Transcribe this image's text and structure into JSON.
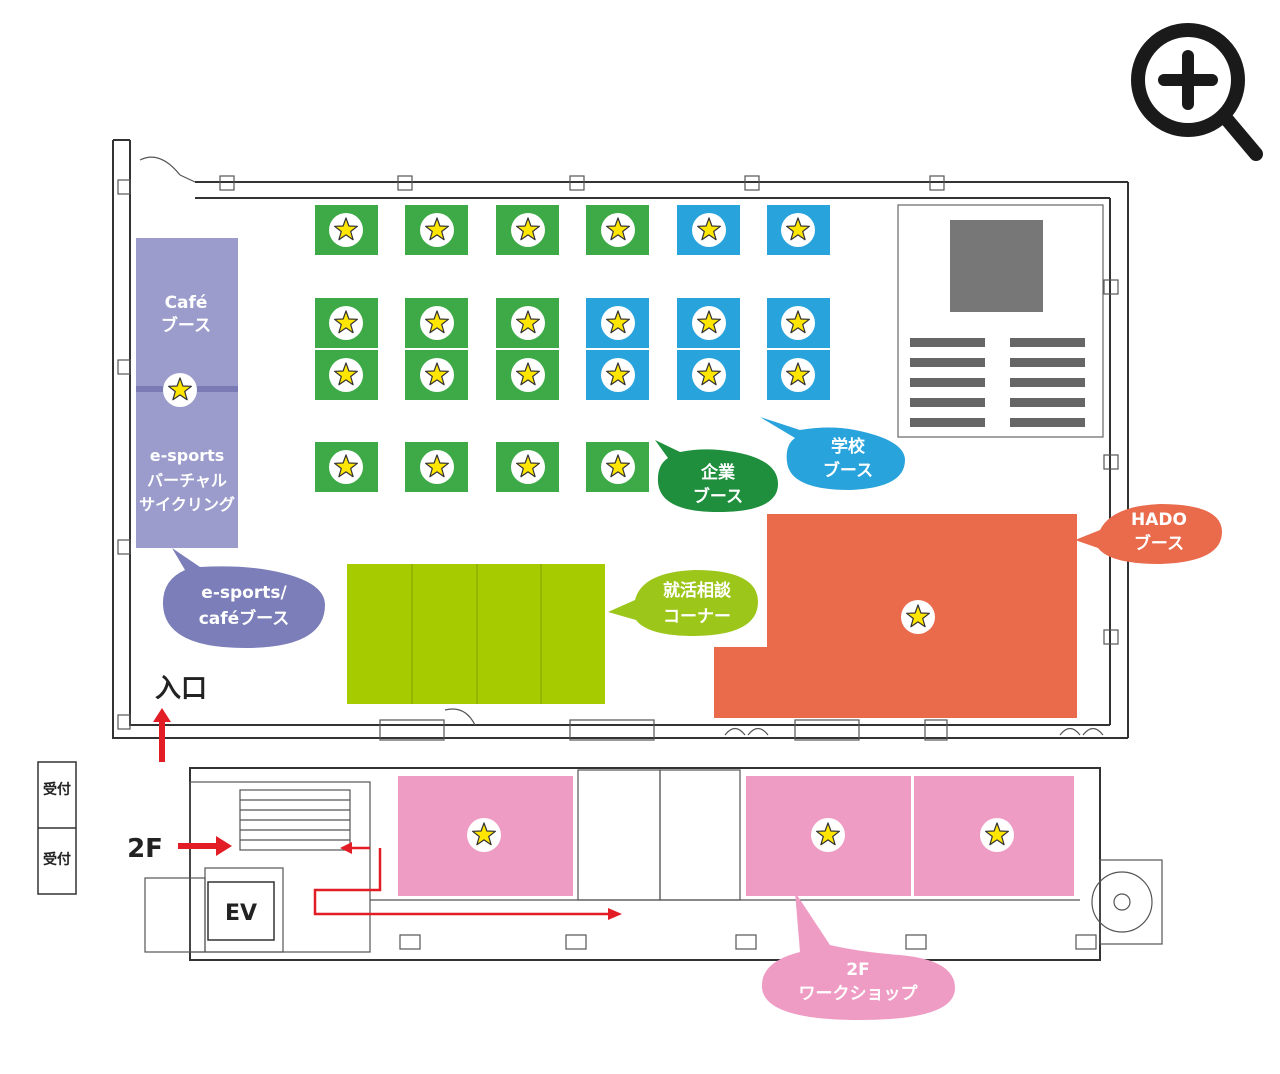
{
  "zoom": {
    "icon": "zoom-in-icon"
  },
  "labels": {
    "cafe_top": "Café",
    "cafe_bottom": "ブース",
    "esports_line1": "e-sports",
    "esports_line2": "バーチャル",
    "esports_line3": "サイクリング",
    "esports_bubble_line1": "e-sports/",
    "esports_bubble_line2": "caféブース",
    "company_line1": "企業",
    "company_line2": "ブース",
    "school_line1": "学校",
    "school_line2": "ブース",
    "hado_line1": "HADO",
    "hado_line2": "ブース",
    "career_line1": "就活相談",
    "career_line2": "コーナー",
    "entrance": "入口",
    "floor2": "2F",
    "workshop_line1": "2F",
    "workshop_line2": "ワークショップ",
    "ev": "EV",
    "reception1": "受付",
    "reception2": "受付"
  },
  "colors": {
    "company": "#3daa47",
    "school": "#29a3dc",
    "cafe": "#9b9bcc",
    "cafe_bubble": "#7b7eb8",
    "career": "#a6cc00",
    "career_bubble": "#9dc61b",
    "hado": "#ea6a4c",
    "workshop": "#ef9cc4",
    "star": "#ffe600",
    "arrow": "#e21d25",
    "stage": "#777777"
  }
}
